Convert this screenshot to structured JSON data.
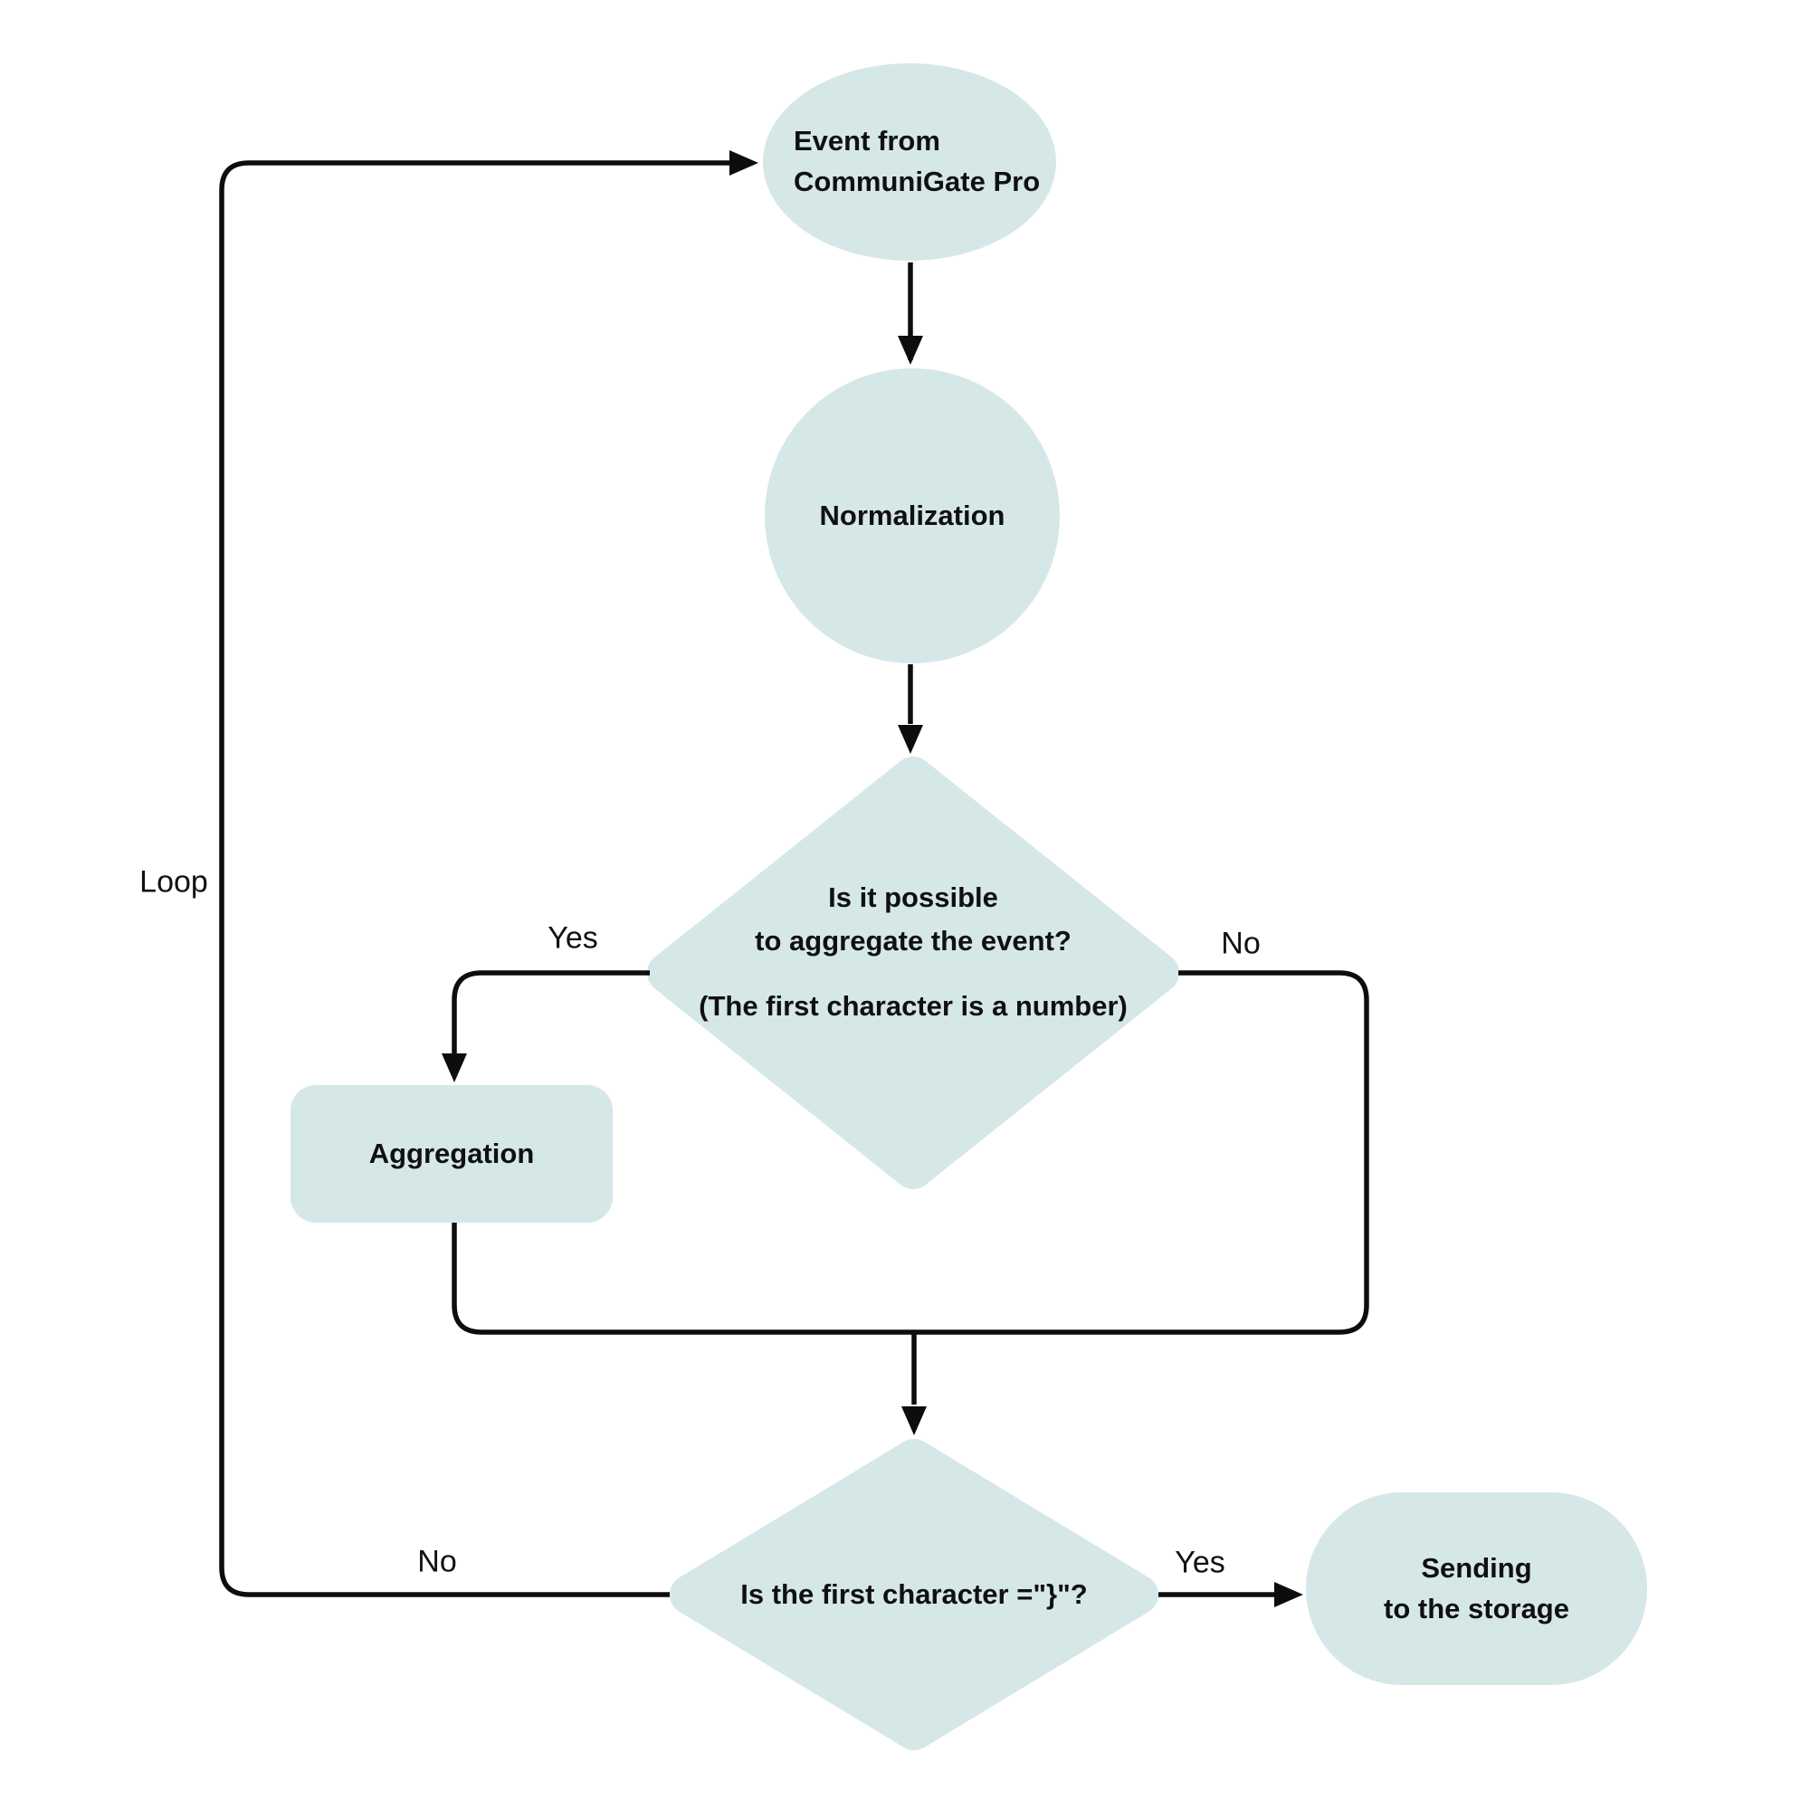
{
  "colors": {
    "shape_fill": "#d6e7e8",
    "line": "#0d0d0d",
    "text": "#101010"
  },
  "nodes": {
    "start": {
      "type": "ellipse",
      "label": "Event from\nCommuniGate Pro"
    },
    "normalization": {
      "type": "circle",
      "label": "Normalization"
    },
    "aggregate_decision": {
      "type": "diamond",
      "question": "Is it possible\nto aggregate the event?",
      "note": "(The first character is a number)"
    },
    "aggregation": {
      "type": "rect",
      "label": "Aggregation"
    },
    "closing_decision": {
      "type": "diamond",
      "question": "Is the first character =\"}\"?"
    },
    "storage": {
      "type": "stadium",
      "label": "Sending\nto the storage"
    }
  },
  "edge_labels": {
    "aggregate_yes": "Yes",
    "aggregate_no": "No",
    "closing_no": "No",
    "closing_yes": "Yes",
    "loop": "Loop"
  }
}
